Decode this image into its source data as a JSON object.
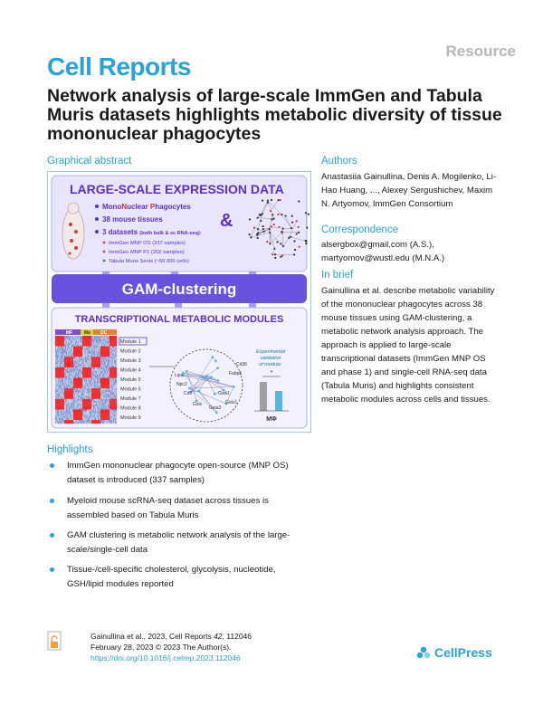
{
  "header": {
    "category": "Resource",
    "journal": "Cell Reports"
  },
  "title": "Network analysis of large-scale ImmGen and Tabula Muris datasets highlights metabolic diversity of tissue mononuclear phagocytes",
  "graphical_abstract": {
    "heading": "Graphical abstract",
    "banner_top": "LARGE-SCALE EXPRESSION DATA",
    "bullet1_prefix": "Mono",
    "bullet1_n1": "N",
    "bullet1_mid": "uclear ",
    "bullet1_p": "P",
    "bullet1_rest": "hagocytes",
    "bullet2": "38 mouse tissues",
    "bullet3": "3 datasets",
    "bullet3_small": "(both bulk & sc RNA-seq):",
    "sub1": "ImmGen MNP OS (337 samples)",
    "sub2": "ImmGen MNP P1 (202 samples)",
    "sub3": "Tabula Muris Senis (~50 000 cells)",
    "ampersand": "&",
    "gam": "GAM-clustering",
    "tmm": "TRANSCRIPTIONAL METABOLIC MODULES",
    "heat_cols": [
      "MF",
      "Mo",
      "DC"
    ],
    "modules": [
      "Module 1",
      "Module 2",
      "Module 3",
      "Module 4",
      "Module 5",
      "Module 6",
      "Module 7",
      "Module 8",
      "Module 9"
    ],
    "network_labels": [
      "Lipa",
      "Npc2",
      "Fabp5",
      "Cd36",
      "Gstk1",
      "Gstz",
      "Gsta3",
      "Gsto1",
      "Cd5"
    ],
    "validation_text": "Experimental validation of module:",
    "star": "*",
    "mf_label": "MΦ"
  },
  "authors": {
    "heading": "Authors",
    "text": "Anastasiia Gainullina, Denis A. Mogilenko, Li-Hao Huang, ..., Alexey Sergushichev, Maxim N. Artyomov, ImmGen Consortium"
  },
  "correspondence": {
    "heading": "Correspondence",
    "line1": "alsergbox@gmail.com (A.S.),",
    "line2": "martyomov@wustl.edu (M.N.A.)"
  },
  "in_brief": {
    "heading": "In brief",
    "text": "Gainullina et al. describe metabolic variability of the mononuclear phagocytes across 38 mouse tissues using GAM-clustering, a metabolic network analysis approach. The approach is applied to large-scale transcriptional datasets (ImmGen MNP OS and phase 1) and single-cell RNA-seq data (Tabula Muris) and highlights consistent metabolic modules across cells and tissues."
  },
  "highlights": {
    "heading": "Highlights",
    "items": [
      "ImmGen mononuclear phagocyte open-source (MNP OS) dataset is introduced (337 samples)",
      "Myeloid mouse scRNA-seq dataset across tissues is assembled based on Tabula Muris",
      "GAM clustering is metabolic network analysis of the large-scale/single-cell data",
      "Tissue-/cell-specific cholesterol, glycolysis, nucleotide, GSH/lipid modules reported"
    ]
  },
  "footer": {
    "citation_prefix": "Gainullina et al., 2023, Cell Reports ",
    "citation_vol": "42",
    "citation_suffix": ", 112046",
    "date_line": "February 28, 2023 © 2023 The Author(s).",
    "doi": "https://doi.org/10.1016/j.celrep.2023.112046",
    "publisher": "CellPress"
  },
  "colors": {
    "brand_blue": "#29a3d4",
    "purple": "#5b2fc9",
    "banner_bg": "#cfc8f3",
    "gam_bg": "#6a52e0"
  }
}
